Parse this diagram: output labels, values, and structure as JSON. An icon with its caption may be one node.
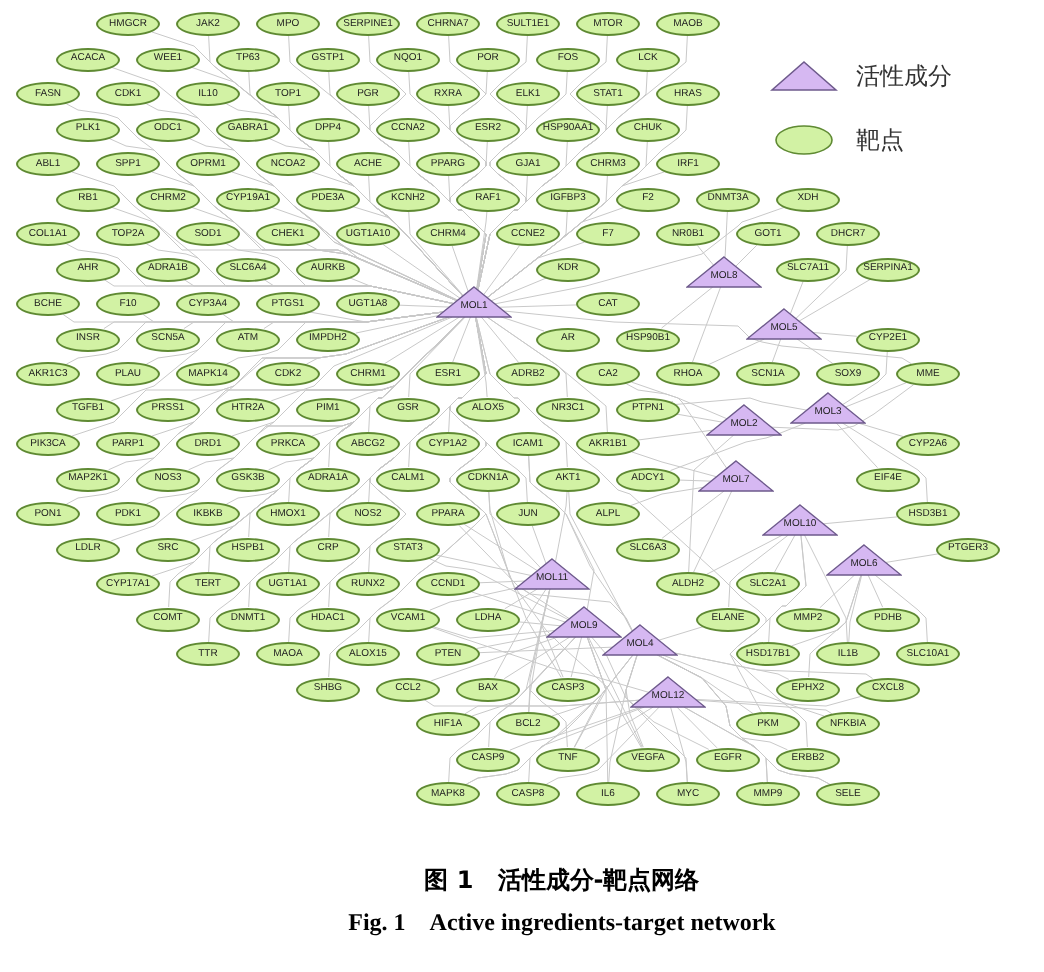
{
  "diagram": {
    "caption": "图 1　活性成分-靶点网络",
    "nodes": [
      {
        "text": [
          "MOL1"
        ]
      },
      {
        "text": [
          "MOL8"
        ]
      },
      {
        "text": [
          "MOL5"
        ]
      },
      {
        "text": [
          "MOL2"
        ]
      },
      {
        "text": [
          "MOL3"
        ]
      },
      {
        "text": [
          "MOL7"
        ]
      },
      {
        "text": [
          "MOL10"
        ]
      },
      {
        "text": [
          "MOL6"
        ]
      },
      {
        "text": [
          "MOL11"
        ]
      },
      {
        "text": [
          "MOL9"
        ]
      },
      {
        "text": [
          "MOL4"
        ]
      },
      {
        "text": [
          "MOL12"
        ]
      },
      {
        "text": [
          "UGT1A8"
        ]
      },
      {
        "text": [
          "AURKB"
        ]
      },
      {
        "text": [
          "IMPDH2"
        ]
      },
      {
        "text": [
          "UGT1A10"
        ]
      },
      {
        "text": [
          "CHRM4"
        ]
      },
      {
        "text": [
          "CHRM1"
        ]
      },
      {
        "text": [
          "ESR1"
        ]
      },
      {
        "text": [
          "PTGS1"
        ]
      },
      {
        "text": [
          "KCNH2"
        ]
      },
      {
        "text": [
          "GSR"
        ]
      },
      {
        "text": [
          "CHEK1"
        ]
      },
      {
        "text": [
          "CDK2"
        ]
      },
      {
        "text": [
          "PDE3A"
        ]
      },
      {
        "text": [
          "CCNE2"
        ]
      },
      {
        "text": [
          "RAF1"
        ]
      },
      {
        "text": [
          "PIM1"
        ]
      },
      {
        "text": [
          "SLC6A4"
        ]
      },
      {
        "text": [
          "ADRB2"
        ]
      },
      {
        "text": [
          "ATM"
        ]
      },
      {
        "text": [
          "ALOX5"
        ]
      },
      {
        "text": [
          "KDR"
        ]
      },
      {
        "text": [
          "ACHE"
        ]
      },
      {
        "text": [
          "AR"
        ]
      },
      {
        "text": [
          "PPARG"
        ]
      },
      {
        "text": [
          "ABCG2"
        ]
      },
      {
        "text": [
          "CYP1A2"
        ]
      },
      {
        "text": [
          "CYP3A4"
        ]
      },
      {
        "text": [
          "CYP19A1"
        ]
      },
      {
        "text": [
          "NCOA2"
        ]
      },
      {
        "text": [
          "HTR2A"
        ]
      },
      {
        "text": [
          "CAT"
        ]
      },
      {
        "text": [
          "SOD1"
        ]
      },
      {
        "text": [
          "IGFBP3"
        ]
      },
      {
        "text": [
          "PRKCA"
        ]
      },
      {
        "text": [
          "GJA1"
        ]
      },
      {
        "text": [
          "MAPK14"
        ]
      },
      {
        "text": [
          "CCNA2"
        ]
      },
      {
        "text": [
          "NR3C1"
        ]
      },
      {
        "text": [
          "F7"
        ]
      },
      {
        "text": [
          "CALM1"
        ]
      },
      {
        "text": [
          "DPP4"
        ]
      },
      {
        "text": [
          "ESR2"
        ]
      },
      {
        "text": [
          "ADRA1A"
        ]
      },
      {
        "text": [
          "ADRA1B"
        ]
      },
      {
        "text": [
          "SCN5A"
        ]
      },
      {
        "text": [
          "OPRM1"
        ]
      },
      {
        "text": [
          "PGR"
        ]
      },
      {
        "text": [
          "RXRA"
        ]
      },
      {
        "text": [
          "GABRA1"
        ]
      },
      {
        "text": [
          "DRD1"
        ]
      },
      {
        "text": [
          "CHRM2"
        ]
      },
      {
        "text": [
          "CHRM3"
        ]
      },
      {
        "text": [
          "PRSS1"
        ]
      },
      {
        "text": [
          "NOS2"
        ]
      },
      {
        "text": [
          "GSK3B"
        ]
      },
      {
        "text": [
          "HSP90AA1"
        ]
      },
      {
        "text": [
          "F10"
        ]
      },
      {
        "text": [
          "F2"
        ]
      },
      {
        "text": [
          "TOP1"
        ]
      },
      {
        "text": [
          "TOP2A"
        ]
      },
      {
        "text": [
          "PLAU"
        ]
      },
      {
        "text": [
          "ELK1"
        ]
      },
      {
        "text": [
          "HMOX1"
        ]
      },
      {
        "text": [
          "NQO1"
        ]
      },
      {
        "text": [
          "GSTP1"
        ]
      },
      {
        "text": [
          "POR"
        ]
      },
      {
        "text": [
          "AHR"
        ]
      },
      {
        "text": [
          "ODC1"
        ]
      },
      {
        "text": [
          "INSR"
        ]
      },
      {
        "text": [
          "CRP"
        ]
      },
      {
        "text": [
          "SPP1"
        ]
      },
      {
        "text": [
          "IL10"
        ]
      },
      {
        "text": [
          "NOS3"
        ]
      },
      {
        "text": [
          "PARP1"
        ]
      },
      {
        "text": [
          "CHUK"
        ]
      },
      {
        "text": [
          "IKBKB"
        ]
      },
      {
        "text": [
          "STAT1"
        ]
      },
      {
        "text": [
          "IRF1"
        ]
      },
      {
        "text": [
          "RB1"
        ]
      },
      {
        "text": [
          "TP63"
        ]
      },
      {
        "text": [
          "TGFB1"
        ]
      },
      {
        "text": [
          "FOS"
        ]
      },
      {
        "text": [
          "HSPB1"
        ]
      },
      {
        "text": [
          "SERPINE1"
        ]
      },
      {
        "text": [
          "CHRNA7"
        ]
      },
      {
        "text": [
          "BCHE"
        ]
      },
      {
        "text": [
          "RUNX2"
        ]
      },
      {
        "text": [
          "COL1A1"
        ]
      },
      {
        "text": [
          "MPO"
        ]
      },
      {
        "text": [
          "AKR1C3"
        ]
      },
      {
        "text": [
          "SULT1E1"
        ]
      },
      {
        "text": [
          "UGT1A1"
        ]
      },
      {
        "text": [
          "CDK1"
        ]
      },
      {
        "text": [
          "PLK1"
        ]
      },
      {
        "text": [
          "WEE1"
        ]
      },
      {
        "text": [
          "PDK1"
        ]
      },
      {
        "text": [
          "MAP2K1"
        ]
      },
      {
        "text": [
          "HRAS"
        ]
      },
      {
        "text": [
          "SRC"
        ]
      },
      {
        "text": [
          "LCK"
        ]
      },
      {
        "text": [
          "ABL1"
        ]
      },
      {
        "text": [
          "JAK2"
        ]
      },
      {
        "text": [
          "PIK3CA"
        ]
      },
      {
        "text": [
          "MTOR"
        ]
      },
      {
        "text": [
          "TERT"
        ]
      },
      {
        "text": [
          "HDAC1"
        ]
      },
      {
        "text": [
          "DNMT1"
        ]
      },
      {
        "text": [
          "XDH"
        ]
      },
      {
        "text": [
          "ACACA"
        ]
      },
      {
        "text": [
          "FASN"
        ]
      },
      {
        "text": [
          "HMGCR"
        ]
      },
      {
        "text": [
          "LDLR"
        ]
      },
      {
        "text": [
          "PON1"
        ]
      },
      {
        "text": [
          "ALOX15"
        ]
      },
      {
        "text": [
          "CYP17A1"
        ]
      },
      {
        "text": [
          "MAOB"
        ]
      },
      {
        "text": [
          "MAOA"
        ]
      },
      {
        "text": [
          "COMT"
        ]
      },
      {
        "text": [
          "TTR"
        ]
      },
      {
        "text": [
          "SHBG"
        ]
      },
      {
        "text": [
          "NR0B1"
        ]
      },
      {
        "text": [
          "GOT1"
        ]
      },
      {
        "text": [
          "SCN1A"
        ]
      },
      {
        "text": [
          "SLC7A11"
        ]
      },
      {
        "text": [
          "RHOA"
        ]
      },
      {
        "text": [
          "SOX9"
        ]
      },
      {
        "text": [
          "CYP2E1"
        ]
      },
      {
        "text": [
          "DHCR7"
        ]
      },
      {
        "text": [
          "SERPINA1"
        ]
      },
      {
        "text": [
          "DNMT3A"
        ]
      },
      {
        "text": [
          "HSP90B1"
        ]
      },
      {
        "text": [
          "EIF4E"
        ]
      },
      {
        "text": [
          "CYP2A6"
        ]
      },
      {
        "text": [
          "PDHB"
        ]
      },
      {
        "text": [
          "HSD3B1"
        ]
      },
      {
        "text": [
          "ADCY1"
        ]
      },
      {
        "text": [
          "MMP2"
        ]
      },
      {
        "text": [
          "SLC2A1"
        ]
      },
      {
        "text": [
          "ALDH2"
        ]
      },
      {
        "text": [
          "SLC6A3"
        ]
      },
      {
        "text": [
          "IL1B"
        ]
      },
      {
        "text": [
          "HSD17B1"
        ]
      },
      {
        "text": [
          "PTGER3"
        ]
      },
      {
        "text": [
          "ELANE"
        ]
      },
      {
        "text": [
          "PTPN1"
        ]
      },
      {
        "text": [
          "EPHX2"
        ]
      },
      {
        "text": [
          "AKR1B1"
        ]
      },
      {
        "text": [
          "ALPL"
        ]
      },
      {
        "text": [
          "SLC10A1"
        ]
      },
      {
        "text": [
          "MME"
        ]
      },
      {
        "text": [
          "CA2"
        ]
      },
      {
        "text": [
          "PKM"
        ]
      },
      {
        "text": [
          "LDHA"
        ]
      },
      {
        "text": [
          "CASP3"
        ]
      },
      {
        "text": [
          "JUN"
        ]
      },
      {
        "text": [
          "BAX"
        ]
      },
      {
        "text": [
          "BCL2"
        ]
      },
      {
        "text": [
          "VEGFA"
        ]
      },
      {
        "text": [
          "TNF"
        ]
      },
      {
        "text": [
          "IL6"
        ]
      },
      {
        "text": [
          "AKT1"
        ]
      },
      {
        "text": [
          "EGFR"
        ]
      },
      {
        "text": [
          "MYC"
        ]
      },
      {
        "text": [
          "CCND1"
        ]
      },
      {
        "text": [
          "PTEN"
        ]
      },
      {
        "text": [
          "MMP9"
        ]
      },
      {
        "text": [
          "CASP9"
        ]
      },
      {
        "text": [
          "CASP8"
        ]
      },
      {
        "text": [
          "ERBB2"
        ]
      },
      {
        "text": [
          "CDKN1A"
        ]
      },
      {
        "text": [
          "HIF1A"
        ]
      },
      {
        "text": [
          "NFKBIA"
        ]
      },
      {
        "text": [
          "PPARA"
        ]
      },
      {
        "text": [
          "CCL2"
        ]
      },
      {
        "text": [
          "SELE"
        ]
      },
      {
        "text": [
          "VCAM1"
        ]
      },
      {
        "text": [
          "ICAM1"
        ]
      },
      {
        "text": [
          "CXCL8"
        ]
      },
      {
        "text": [
          "STAT3"
        ]
      },
      {
        "text": [
          "MAPK8"
        ]
      }
    ],
    "edges": [
      {
        "from": 0,
        "to": 12,
        "arrow": "none"
      },
      {
        "from": 0,
        "to": 13,
        "arrow": "none"
      },
      {
        "from": 0,
        "to": 14,
        "arrow": "none"
      },
      {
        "from": 0,
        "to": 15,
        "arrow": "none"
      },
      {
        "from": 0,
        "to": 16,
        "arrow": "none"
      },
      {
        "from": 0,
        "to": 17,
        "arrow": "none"
      },
      {
        "from": 0,
        "to": 18,
        "arrow": "none"
      },
      {
        "from": 0,
        "to": 19,
        "arrow": "none"
      },
      {
        "from": 0,
        "to": 20,
        "arrow": "none"
      },
      {
        "from": 0,
        "to": 21,
        "arrow": "none"
      },
      {
        "from": 0,
        "to": 22,
        "arrow": "none"
      },
      {
        "from": 0,
        "to": 23,
        "arrow": "none"
      },
      {
        "from": 0,
        "to": 24,
        "arrow": "none"
      },
      {
        "from": 0,
        "to": 25,
        "arrow": "none"
      },
      {
        "from": 0,
        "to": 26,
        "arrow": "none"
      },
      {
        "from": 0,
        "to": 27,
        "arrow": "none"
      },
      {
        "from": 0,
        "to": 28,
        "arrow": "none"
      },
      {
        "from": 0,
        "to": 29,
        "arrow": "none"
      },
      {
        "from": 0,
        "to": 30,
        "arrow": "none"
      },
      {
        "from": 0,
        "to": 31,
        "arrow": "none"
      },
      {
        "from": 0,
        "to": 32,
        "arrow": "none"
      },
      {
        "from": 0,
        "to": 33,
        "arrow": "none"
      },
      {
        "from": 0,
        "to": 34,
        "arrow": "none"
      },
      {
        "from": 0,
        "to": 35,
        "arrow": "none"
      },
      {
        "from": 0,
        "to": 36,
        "arrow": "none"
      },
      {
        "from": 0,
        "to": 37,
        "arrow": "none"
      },
      {
        "from": 0,
        "to": 38,
        "arrow": "none"
      },
      {
        "from": 0,
        "to": 39,
        "arrow": "none"
      },
      {
        "from": 0,
        "to": 40,
        "arrow": "none"
      },
      {
        "from": 0,
        "to": 41,
        "arrow": "none"
      },
      {
        "from": 0,
        "to": 42,
        "arrow": "none"
      },
      {
        "from": 0,
        "to": 43,
        "arrow": "none"
      },
      {
        "from": 0,
        "to": 44,
        "arrow": "none"
      },
      {
        "from": 0,
        "to": 45,
        "arrow": "none"
      },
      {
        "from": 0,
        "to": 46,
        "arrow": "none"
      },
      {
        "from": 0,
        "to": 47,
        "arrow": "none"
      },
      {
        "from": 0,
        "to": 48,
        "arrow": "none"
      },
      {
        "from": 0,
        "to": 49,
        "arrow": "none"
      },
      {
        "from": 0,
        "to": 50,
        "arrow": "none"
      },
      {
        "from": 0,
        "to": 51,
        "arrow": "none"
      },
      {
        "from": 0,
        "to": 52,
        "arrow": "none"
      },
      {
        "from": 0,
        "to": 53,
        "arrow": "none"
      },
      {
        "from": 0,
        "to": 54,
        "arrow": "none"
      },
      {
        "from": 0,
        "to": 55,
        "arrow": "none"
      },
      {
        "from": 0,
        "to": 56,
        "arrow": "none"
      },
      {
        "from": 0,
        "to": 57,
        "arrow": "none"
      },
      {
        "from": 0,
        "to": 58,
        "arrow": "none"
      },
      {
        "from": 0,
        "to": 59,
        "arrow": "none"
      },
      {
        "from": 0,
        "to": 60,
        "arrow": "none"
      },
      {
        "from": 0,
        "to": 61,
        "arrow": "none"
      },
      {
        "from": 0,
        "to": 62,
        "arrow": "none"
      },
      {
        "from": 0,
        "to": 63,
        "arrow": "none"
      },
      {
        "from": 0,
        "to": 64,
        "arrow": "none"
      },
      {
        "from": 0,
        "to": 65,
        "arrow": "none"
      },
      {
        "from": 0,
        "to": 66,
        "arrow": "none"
      },
      {
        "from": 0,
        "to": 67,
        "arrow": "none"
      },
      {
        "from": 0,
        "to": 68,
        "arrow": "none"
      },
      {
        "from": 0,
        "to": 69,
        "arrow": "none"
      },
      {
        "from": 0,
        "to": 70,
        "arrow": "none"
      },
      {
        "from": 0,
        "to": 71,
        "arrow": "none"
      },
      {
        "from": 0,
        "to": 72,
        "arrow": "none"
      },
      {
        "from": 0,
        "to": 73,
        "arrow": "none"
      },
      {
        "from": 0,
        "to": 74,
        "arrow": "none"
      },
      {
        "from": 0,
        "to": 75,
        "arrow": "none"
      },
      {
        "from": 0,
        "to": 76,
        "arrow": "none"
      },
      {
        "from": 0,
        "to": 77,
        "arrow": "none"
      },
      {
        "from": 0,
        "to": 78,
        "arrow": "none"
      },
      {
        "from": 0,
        "to": 79,
        "arrow": "none"
      },
      {
        "from": 0,
        "to": 80,
        "arrow": "none"
      },
      {
        "from": 0,
        "to": 81,
        "arrow": "none"
      },
      {
        "from": 0,
        "to": 82,
        "arrow": "none"
      },
      {
        "from": 0,
        "to": 83,
        "arrow": "none"
      },
      {
        "from": 0,
        "to": 84,
        "arrow": "none"
      },
      {
        "from": 0,
        "to": 85,
        "arrow": "none"
      },
      {
        "from": 0,
        "to": 86,
        "arrow": "none"
      },
      {
        "from": 0,
        "to": 87,
        "arrow": "none"
      },
      {
        "from": 0,
        "to": 88,
        "arrow": "none"
      },
      {
        "from": 0,
        "to": 89,
        "arrow": "none"
      },
      {
        "from": 0,
        "to": 90,
        "arrow": "none"
      },
      {
        "from": 0,
        "to": 91,
        "arrow": "none"
      },
      {
        "from": 0,
        "to": 92,
        "arrow": "none"
      },
      {
        "from": 0,
        "to": 93,
        "arrow": "none"
      },
      {
        "from": 0,
        "to": 94,
        "arrow": "none"
      },
      {
        "from": 0,
        "to": 95,
        "arrow": "none"
      },
      {
        "from": 0,
        "to": 96,
        "arrow": "none"
      },
      {
        "from": 0,
        "to": 97,
        "arrow": "none"
      },
      {
        "from": 0,
        "to": 98,
        "arrow": "none"
      },
      {
        "from": 0,
        "to": 99,
        "arrow": "none"
      },
      {
        "from": 0,
        "to": 100,
        "arrow": "none"
      },
      {
        "from": 0,
        "to": 101,
        "arrow": "none"
      },
      {
        "from": 0,
        "to": 102,
        "arrow": "none"
      },
      {
        "from": 0,
        "to": 103,
        "arrow": "none"
      },
      {
        "from": 0,
        "to": 104,
        "arrow": "none"
      },
      {
        "from": 0,
        "to": 105,
        "arrow": "none"
      },
      {
        "from": 0,
        "to": 106,
        "arrow": "none"
      },
      {
        "from": 0,
        "to": 107,
        "arrow": "none"
      },
      {
        "from": 0,
        "to": 108,
        "arrow": "none"
      },
      {
        "from": 0,
        "to": 109,
        "arrow": "none"
      },
      {
        "from": 0,
        "to": 110,
        "arrow": "none"
      },
      {
        "from": 0,
        "to": 111,
        "arrow": "none"
      },
      {
        "from": 0,
        "to": 112,
        "arrow": "none"
      },
      {
        "from": 0,
        "to": 113,
        "arrow": "none"
      },
      {
        "from": 0,
        "to": 114,
        "arrow": "none"
      },
      {
        "from": 0,
        "to": 115,
        "arrow": "none"
      },
      {
        "from": 0,
        "to": 116,
        "arrow": "none"
      },
      {
        "from": 0,
        "to": 117,
        "arrow": "none"
      },
      {
        "from": 0,
        "to": 118,
        "arrow": "none"
      },
      {
        "from": 0,
        "to": 119,
        "arrow": "none"
      },
      {
        "from": 0,
        "to": 120,
        "arrow": "none"
      },
      {
        "from": 0,
        "to": 121,
        "arrow": "none"
      },
      {
        "from": 0,
        "to": 122,
        "arrow": "none"
      },
      {
        "from": 0,
        "to": 123,
        "arrow": "none"
      },
      {
        "from": 0,
        "to": 124,
        "arrow": "none"
      },
      {
        "from": 0,
        "to": 125,
        "arrow": "none"
      },
      {
        "from": 0,
        "to": 126,
        "arrow": "none"
      },
      {
        "from": 0,
        "to": 127,
        "arrow": "none"
      },
      {
        "from": 0,
        "to": 128,
        "arrow": "none"
      },
      {
        "from": 0,
        "to": 129,
        "arrow": "none"
      },
      {
        "from": 0,
        "to": 130,
        "arrow": "none"
      },
      {
        "from": 0,
        "to": 131,
        "arrow": "none"
      },
      {
        "from": 1,
        "to": 132,
        "arrow": "none"
      },
      {
        "from": 1,
        "to": 133,
        "arrow": "none"
      },
      {
        "from": 2,
        "to": 134,
        "arrow": "none"
      },
      {
        "from": 2,
        "to": 135,
        "arrow": "none"
      },
      {
        "from": 2,
        "to": 136,
        "arrow": "none"
      },
      {
        "from": 1,
        "to": 136,
        "arrow": "none"
      },
      {
        "from": 2,
        "to": 137,
        "arrow": "none"
      },
      {
        "from": 2,
        "to": 138,
        "arrow": "none"
      },
      {
        "from": 4,
        "to": 138,
        "arrow": "none"
      },
      {
        "from": 2,
        "to": 139,
        "arrow": "none"
      },
      {
        "from": 2,
        "to": 140,
        "arrow": "none"
      },
      {
        "from": 1,
        "to": 141,
        "arrow": "none"
      },
      {
        "from": 1,
        "to": 142,
        "arrow": "none"
      },
      {
        "from": 4,
        "to": 143,
        "arrow": "none"
      },
      {
        "from": 4,
        "to": 144,
        "arrow": "none"
      },
      {
        "from": 7,
        "to": 145,
        "arrow": "none"
      },
      {
        "from": 6,
        "to": 146,
        "arrow": "none"
      },
      {
        "from": 4,
        "to": 146,
        "arrow": "none"
      },
      {
        "from": 4,
        "to": 147,
        "arrow": "none"
      },
      {
        "from": 5,
        "to": 147,
        "arrow": "none"
      },
      {
        "from": 7,
        "to": 148,
        "arrow": "none"
      },
      {
        "from": 6,
        "to": 149,
        "arrow": "none"
      },
      {
        "from": 3,
        "to": 150,
        "arrow": "none"
      },
      {
        "from": 5,
        "to": 150,
        "arrow": "none"
      },
      {
        "from": 6,
        "to": 150,
        "arrow": "none"
      },
      {
        "from": 5,
        "to": 151,
        "arrow": "none"
      },
      {
        "from": 7,
        "to": 152,
        "arrow": "none"
      },
      {
        "from": 6,
        "to": 152,
        "arrow": "none"
      },
      {
        "from": 6,
        "to": 153,
        "arrow": "none"
      },
      {
        "from": 7,
        "to": 153,
        "arrow": "none"
      },
      {
        "from": 7,
        "to": 154,
        "arrow": "none"
      },
      {
        "from": 6,
        "to": 155,
        "arrow": "none"
      },
      {
        "from": 10,
        "to": 155,
        "arrow": "none"
      },
      {
        "from": 3,
        "to": 156,
        "arrow": "none"
      },
      {
        "from": 4,
        "to": 156,
        "arrow": "none"
      },
      {
        "from": 7,
        "to": 157,
        "arrow": "none"
      },
      {
        "from": 10,
        "to": 157,
        "arrow": "none"
      },
      {
        "from": 3,
        "to": 158,
        "arrow": "none"
      },
      {
        "from": 5,
        "to": 158,
        "arrow": "none"
      },
      {
        "from": 0,
        "to": 158,
        "arrow": "none"
      },
      {
        "from": 5,
        "to": 159,
        "arrow": "none"
      },
      {
        "from": 7,
        "to": 160,
        "arrow": "none"
      },
      {
        "from": 3,
        "to": 161,
        "arrow": "none"
      },
      {
        "from": 4,
        "to": 161,
        "arrow": "none"
      },
      {
        "from": 0,
        "to": 161,
        "arrow": "none"
      },
      {
        "from": 3,
        "to": 162,
        "arrow": "none"
      },
      {
        "from": 5,
        "to": 162,
        "arrow": "none"
      },
      {
        "from": 6,
        "to": 163,
        "arrow": "none"
      },
      {
        "from": 10,
        "to": 163,
        "arrow": "none"
      },
      {
        "from": 8,
        "to": 164,
        "arrow": "none"
      },
      {
        "from": 9,
        "to": 164,
        "arrow": "none"
      },
      {
        "from": 8,
        "to": 165,
        "arrow": "none"
      },
      {
        "from": 9,
        "to": 165,
        "arrow": "none"
      },
      {
        "from": 0,
        "to": 165,
        "arrow": "none"
      },
      {
        "from": 8,
        "to": 166,
        "arrow": "none"
      },
      {
        "from": 0,
        "to": 166,
        "arrow": "none"
      },
      {
        "from": 8,
        "to": 167,
        "arrow": "none"
      },
      {
        "from": 9,
        "to": 167,
        "arrow": "none"
      },
      {
        "from": 8,
        "to": 168,
        "arrow": "none"
      },
      {
        "from": 9,
        "to": 168,
        "arrow": "none"
      },
      {
        "from": 10,
        "to": 168,
        "arrow": "none"
      },
      {
        "from": 9,
        "to": 169,
        "arrow": "none"
      },
      {
        "from": 10,
        "to": 169,
        "arrow": "none"
      },
      {
        "from": 0,
        "to": 169,
        "arrow": "none"
      },
      {
        "from": 8,
        "to": 170,
        "arrow": "none"
      },
      {
        "from": 9,
        "to": 170,
        "arrow": "none"
      },
      {
        "from": 10,
        "to": 170,
        "arrow": "none"
      },
      {
        "from": 11,
        "to": 170,
        "arrow": "none"
      },
      {
        "from": 9,
        "to": 171,
        "arrow": "none"
      },
      {
        "from": 10,
        "to": 171,
        "arrow": "none"
      },
      {
        "from": 8,
        "to": 172,
        "arrow": "none"
      },
      {
        "from": 10,
        "to": 172,
        "arrow": "none"
      },
      {
        "from": 0,
        "to": 172,
        "arrow": "none"
      },
      {
        "from": 9,
        "to": 173,
        "arrow": "none"
      },
      {
        "from": 11,
        "to": 173,
        "arrow": "none"
      },
      {
        "from": 10,
        "to": 174,
        "arrow": "none"
      },
      {
        "from": 11,
        "to": 174,
        "arrow": "none"
      },
      {
        "from": 8,
        "to": 175,
        "arrow": "none"
      },
      {
        "from": 9,
        "to": 175,
        "arrow": "none"
      },
      {
        "from": 9,
        "to": 176,
        "arrow": "none"
      },
      {
        "from": 10,
        "to": 176,
        "arrow": "none"
      },
      {
        "from": 10,
        "to": 177,
        "arrow": "none"
      },
      {
        "from": 11,
        "to": 177,
        "arrow": "none"
      },
      {
        "from": 8,
        "to": 178,
        "arrow": "none"
      },
      {
        "from": 11,
        "to": 178,
        "arrow": "none"
      },
      {
        "from": 9,
        "to": 179,
        "arrow": "none"
      },
      {
        "from": 11,
        "to": 179,
        "arrow": "none"
      },
      {
        "from": 10,
        "to": 180,
        "arrow": "none"
      },
      {
        "from": 0,
        "to": 180,
        "arrow": "none"
      },
      {
        "from": 8,
        "to": 181,
        "arrow": "none"
      },
      {
        "from": 9,
        "to": 181,
        "arrow": "none"
      },
      {
        "from": 9,
        "to": 182,
        "arrow": "none"
      },
      {
        "from": 11,
        "to": 182,
        "arrow": "none"
      },
      {
        "from": 10,
        "to": 183,
        "arrow": "none"
      },
      {
        "from": 11,
        "to": 183,
        "arrow": "none"
      },
      {
        "from": 8,
        "to": 184,
        "arrow": "none"
      },
      {
        "from": 10,
        "to": 184,
        "arrow": "none"
      },
      {
        "from": 9,
        "to": 185,
        "arrow": "none"
      },
      {
        "from": 11,
        "to": 185,
        "arrow": "none"
      },
      {
        "from": 10,
        "to": 186,
        "arrow": "none"
      },
      {
        "from": 11,
        "to": 186,
        "arrow": "none"
      },
      {
        "from": 8,
        "to": 187,
        "arrow": "none"
      },
      {
        "from": 9,
        "to": 187,
        "arrow": "none"
      },
      {
        "from": 11,
        "to": 187,
        "arrow": "none"
      },
      {
        "from": 9,
        "to": 188,
        "arrow": "none"
      },
      {
        "from": 10,
        "to": 188,
        "arrow": "none"
      },
      {
        "from": 10,
        "to": 189,
        "arrow": "none"
      },
      {
        "from": 11,
        "to": 189,
        "arrow": "none"
      },
      {
        "from": 8,
        "to": 190,
        "arrow": "none"
      },
      {
        "from": 9,
        "to": 190,
        "arrow": "none"
      },
      {
        "from": 9,
        "to": 191,
        "arrow": "none"
      },
      {
        "from": 10,
        "to": 191,
        "arrow": "none"
      },
      {
        "from": 11,
        "to": 191,
        "arrow": "none"
      }
    ],
    "labels": [
      "Fig. 1　Active ingredients-target network"
    ],
    "legend": [
      {
        "text": "活性成分"
      },
      {
        "text": "靶点"
      }
    ]
  }
}
